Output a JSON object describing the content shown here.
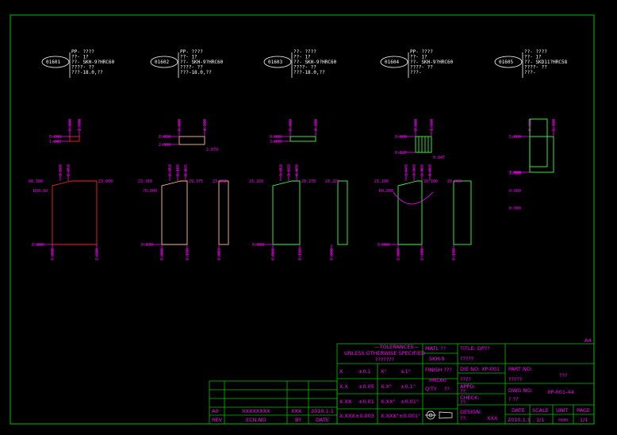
{
  "sheet_size_label": "A4",
  "parts": [
    {
      "id": "01601",
      "color": "#ff2020",
      "notes": [
        "PP- ????",
        "??- 1?",
        "??- SKH-9?HRC60",
        "????-    ??",
        "???-18.0,??"
      ],
      "top_dims": [
        "0.000",
        "1.500"
      ],
      "small_dims": [
        "0.000",
        "1.842"
      ],
      "side_dims": [
        "88.108",
        "23.000"
      ],
      "slope_dim": "RS0.10",
      "upper_dims": [
        "3.500",
        "1.850"
      ],
      "bottom_left": "0.000",
      "bottom_dims": [
        "0.000",
        "8.600"
      ]
    },
    {
      "id": "01602",
      "color": "#ffc080",
      "notes": [
        "PP- ????",
        "??- 1?",
        "??- SKH-9?HRC60",
        "????-    ??",
        "???-18.0,??"
      ],
      "top_dims": [
        "0.000",
        "4.100"
      ],
      "small_dims": [
        "0.050",
        "2.900",
        "2.079"
      ],
      "side_dims": [
        "23.310",
        "29.375",
        "23.262"
      ],
      "slope_dim": "?0.000",
      "upper_dims": [
        "2.350",
        "8.100",
        "8.435"
      ],
      "bottom_left": "0.170",
      "bottom_dims": [
        "0.000",
        "0.150",
        "0.003"
      ]
    },
    {
      "id": "01603",
      "color": "#40ff40",
      "notes": [
        "??- ????",
        "??- 1?",
        "??- SKH-9?HRC60",
        "????-    ??",
        "???-18.0,??"
      ],
      "top_dims": [
        "0.000",
        "4.100"
      ],
      "small_dims": [
        "0.000",
        "3.000"
      ],
      "side_dims": [
        "23.229",
        "29.278",
        "23.222"
      ],
      "slope_dim": "",
      "upper_dims": [
        "3.350",
        "3.610",
        "4.400"
      ],
      "bottom_left": "0.050",
      "bottom_dims": [
        "0.000",
        "0.150",
        "0.000"
      ]
    },
    {
      "id": "01604",
      "color": "#40ff40",
      "notes": [
        "PP- ????",
        "??- 1?",
        "??- SKH-9?HRC60",
        "????-    ??",
        "???-"
      ],
      "top_dims": [
        "0.000",
        "1.500"
      ],
      "small_dims": [
        "0.000",
        "0.127",
        "0.847"
      ],
      "side_dims": [
        "21.180",
        "20.100",
        "20.000"
      ],
      "slope_dim": "R0.000",
      "upper_dims": [
        "3.640",
        "3.340",
        "3.480",
        "4.000"
      ],
      "bottom_left": "0.000",
      "bottom_dims": [
        "0.000",
        "8.700",
        "0.150"
      ]
    },
    {
      "id": "01605",
      "color": "#40ff40",
      "notes": [
        "??- ????",
        "??- 1?",
        "??- SKD11?HRC58",
        "????-    ??",
        "???-"
      ],
      "top_dims": [
        "0.000",
        "6.100"
      ],
      "small_dims": [
        "5.000",
        "7.000"
      ],
      "side_dims": [
        "3.000",
        "0.000",
        "8.000"
      ],
      "slope_dim": "",
      "upper_dims": [],
      "bottom_left": "",
      "bottom_dims": []
    }
  ],
  "title_block": {
    "tolerances_title": "—TOLERANCES—",
    "unless": "UNLESS OTHERWISE SPECIFIED",
    "unless_sub": "???????",
    "rows": [
      {
        "f": "X.",
        "t": "±0.1",
        "a": "X°",
        "at": "±1°"
      },
      {
        "f": "X.X",
        "t": "±0.05",
        "a": "X.X°",
        "at": "±0.1°"
      },
      {
        "f": "X.XX",
        "t": "±0.01",
        "a": "X.XX°",
        "at": "±0.01°"
      },
      {
        "f": "X.XXX",
        "t": "±0.003",
        "a": "X.XXX°",
        "at": "±0.001°"
      }
    ],
    "matl_label": "MATL  ??",
    "matl_value": "SKH-9",
    "finish_label": "FINISH ???",
    "finish_value": "HRC60",
    "qty_label": "Q'TY",
    "qty_value": "??",
    "title_label": "TITLE: DP??",
    "title_sub": "?????",
    "die_no": "DIE NO: XP-001",
    "die_sub": "????",
    "appd": "APPD:",
    "appd_sub": "??:",
    "check": "CHECK:",
    "check_sub": "??:",
    "design": "DESIGN:",
    "design_sub": "??:",
    "design_by": "XXX",
    "part_no_label": "PART NO:",
    "part_no_value": "???",
    "part_no_sub": "?????",
    "dwg_no_label": "DWG NO:",
    "dwg_no_sub": "? ??",
    "dwg_no_value": "XP-001-44",
    "date_h": "DATE",
    "scale_h": "SCALE",
    "unit_h": "UNIT",
    "page_h": "PAGE",
    "date_v": "2010.1.1",
    "scale_v": "1/1",
    "unit_v": "mm",
    "page_v": "1/1"
  },
  "revision_block": {
    "entries": [
      {
        "rev": "A0",
        "ecn": "XXXXXXXX",
        "by": "XXX",
        "date": "2010.1.1"
      }
    ],
    "header": {
      "rev": "REV",
      "ecn": "ECN.NO",
      "by": "BY",
      "date": "DATE"
    }
  }
}
